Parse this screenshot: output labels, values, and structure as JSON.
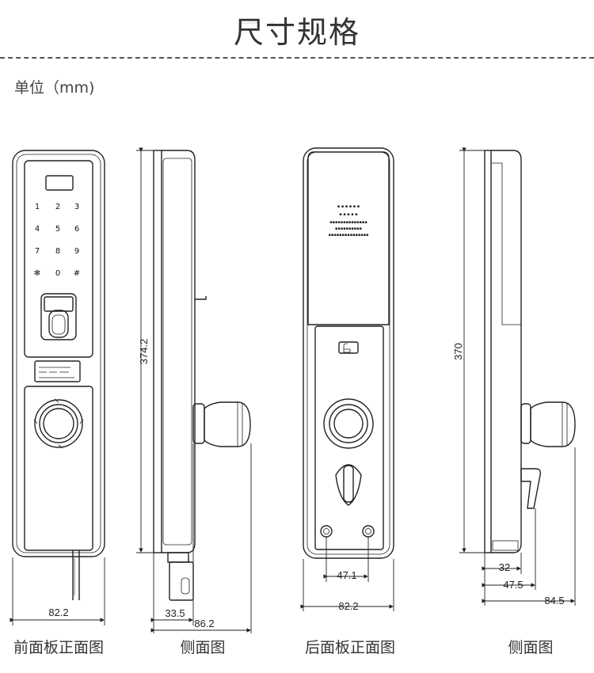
{
  "title": "尺寸规格",
  "unit_label": "单位（mm)",
  "keypad_keys": [
    "1",
    "2",
    "3",
    "4",
    "5",
    "6",
    "7",
    "8",
    "9",
    "✻",
    "0",
    "#"
  ],
  "dimensions": {
    "front_width": "82.2",
    "front_height": "374.2",
    "side_depth_a": "33.5",
    "side_depth_b": "86.2",
    "back_hole_spacing": "47.1",
    "back_width": "82.2",
    "back_height": "370",
    "side2_a": "32",
    "side2_b": "47.5",
    "side2_c": "84.5"
  },
  "captions": {
    "front": "前面板正面图",
    "side": "侧面图",
    "back": "后面板正面图",
    "side2": "侧面图"
  }
}
